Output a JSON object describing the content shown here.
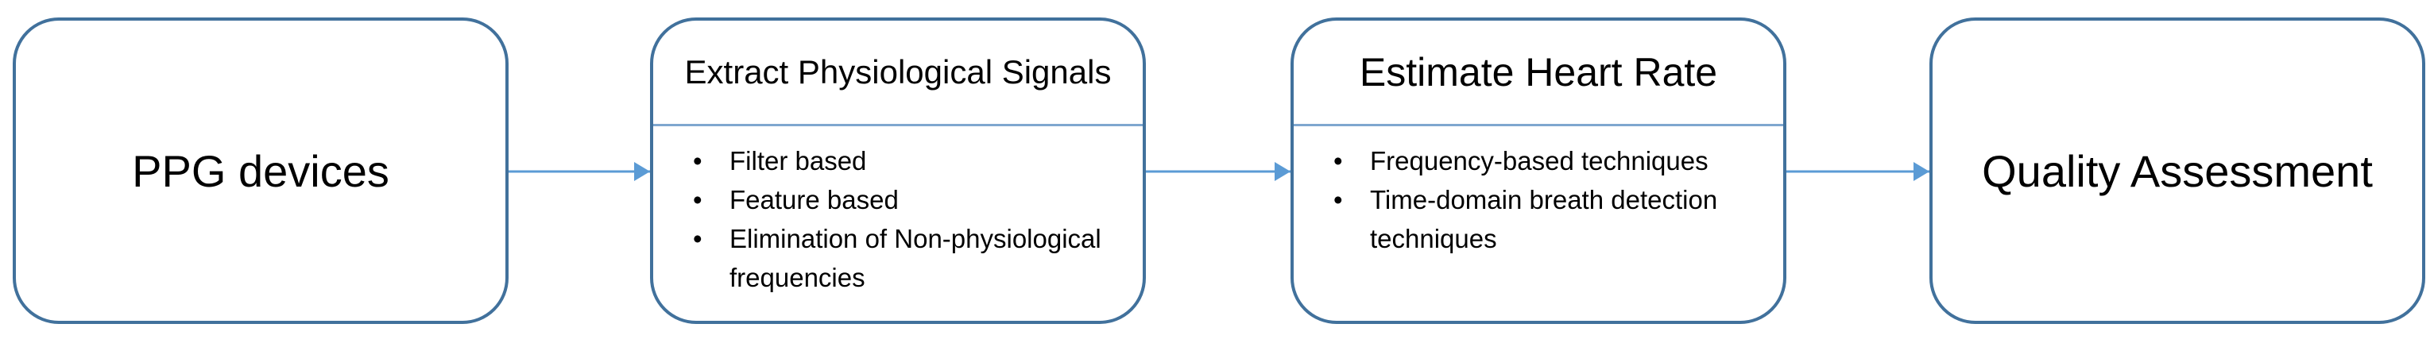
{
  "boxes": {
    "ppg": {
      "label": "PPG devices"
    },
    "extract": {
      "title": "Extract Physiological Signals",
      "bullets": [
        "Filter based",
        "Feature based",
        "Elimination of Non-physiological frequencies"
      ]
    },
    "hr": {
      "title": "Estimate Heart Rate",
      "bullets": [
        "Frequency-based techniques",
        "Time-domain breath detection techniques"
      ]
    },
    "qa": {
      "label": "Quality Assessment"
    }
  },
  "colors": {
    "box_border": "#41719c",
    "divider": "#7fa7cf",
    "arrow": "#5b9bd5"
  },
  "bullet_glyph": "•"
}
